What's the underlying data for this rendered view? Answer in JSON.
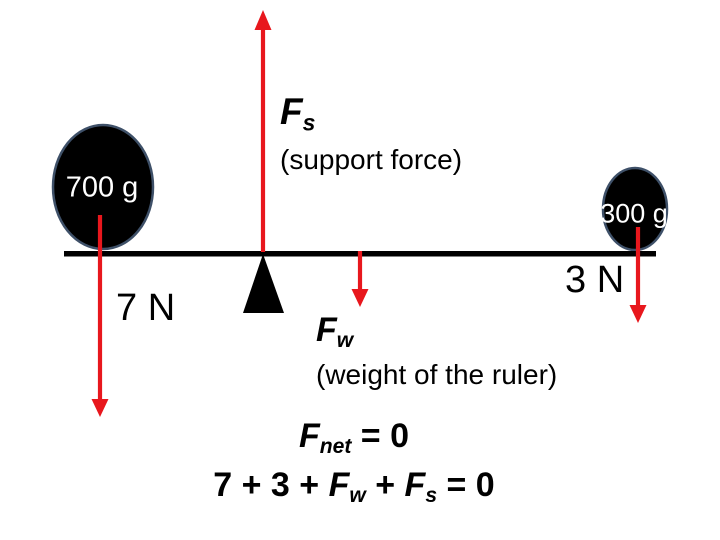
{
  "colors": {
    "background": "#ffffff",
    "ink": "#000000",
    "arrow_red": "#e8171d",
    "mass_fill": "#000000",
    "mass_stroke": "#3e5068",
    "label_white": "#ffffff"
  },
  "diagram": {
    "left_mass": {
      "label": "700 g"
    },
    "right_mass": {
      "label": "300 g"
    },
    "left_force": {
      "label": "7 N"
    },
    "right_force": {
      "label": "3 N"
    },
    "support_force": {
      "symbol": "F",
      "subscript": "s",
      "caption": "(support force)"
    },
    "ruler_weight": {
      "symbol": "F",
      "subscript": "w",
      "caption": "(weight of the ruler)"
    }
  },
  "equations": {
    "line1": {
      "symbol": "F",
      "subscript": "net",
      "rhs": " = 0"
    },
    "line2": {
      "prefix": "7 + 3 + ",
      "f1": "F",
      "sub1": "w",
      "mid": " + ",
      "f2": "F",
      "sub2": "s",
      "suffix": " = 0"
    }
  }
}
